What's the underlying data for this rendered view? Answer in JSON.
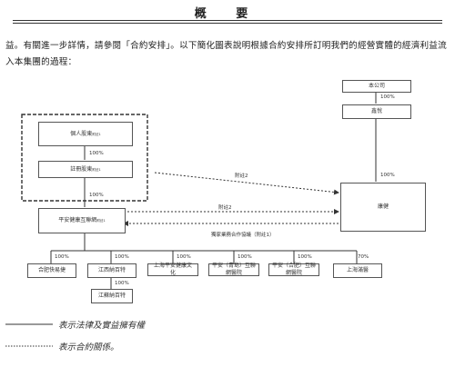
{
  "header": {
    "title": "概 要"
  },
  "paragraph": "益。有關進一步詳情，請參閱「合約安排」。以下簡化圖表說明根據合約安排所訂明我們的經營實體的經濟利益流入本集團的過程：",
  "diagram": {
    "company": "本公司",
    "xinyue": "鑫悅",
    "kangjian": "康健",
    "individual_shareholders": "個人股東",
    "registered_shareholders": "註冊股東",
    "opco": "平安健康互聯網",
    "note_mark": "附註1",
    "pct": {
      "company_xinyue": "100%",
      "xinyue_kangjian": "100%",
      "ind_reg": "100%",
      "reg_opco": "100%"
    },
    "note2_a": "附註2",
    "note2_b": "附註2",
    "exclusive_agreement": "獨家業務合作協議（附註1）",
    "subsidiaries": [
      {
        "name": "合肥快易捷",
        "pct": "100%"
      },
      {
        "name": "江西納百特",
        "pct": "100%"
      },
      {
        "name": "上海平安健康文化",
        "pct": "100%"
      },
      {
        "name": "平安（青島）互聯網醫院",
        "pct": "100%"
      },
      {
        "name": "平安（合肥）互聯網醫院",
        "pct": "100%"
      },
      {
        "name": "上海滿醫",
        "pct": "70%"
      }
    ],
    "sub_sub": {
      "name": "江蘇納百特",
      "pct": "100%"
    }
  },
  "legend": {
    "solid": "表示法律及實益擁有權",
    "dotted": "表示合約關係。"
  }
}
